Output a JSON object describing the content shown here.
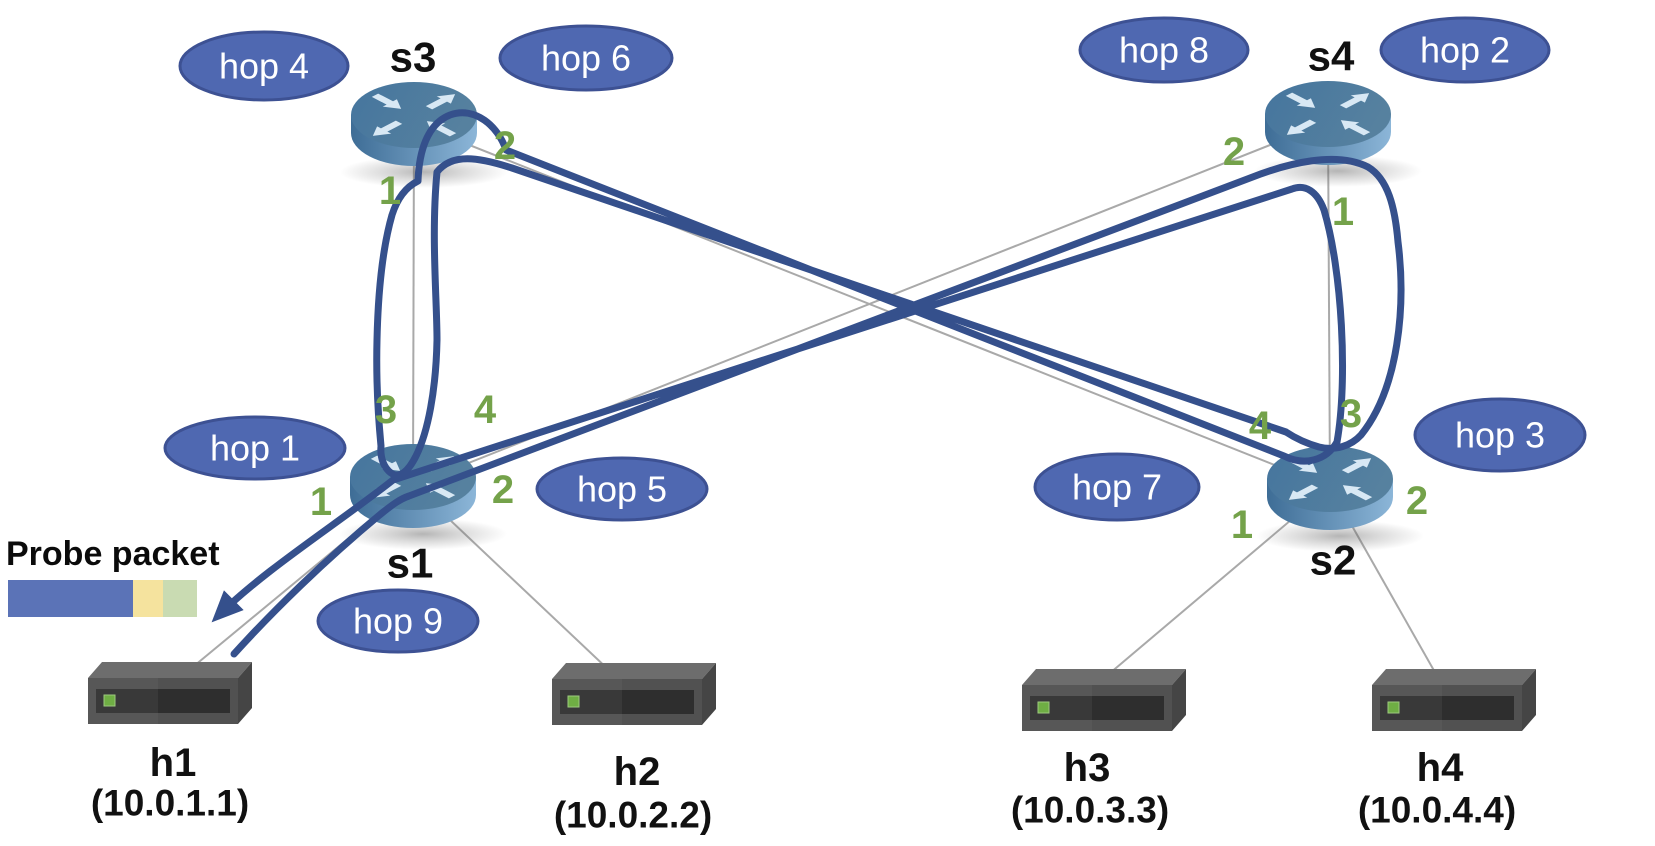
{
  "probe": {
    "label": "Probe packet",
    "segment_colors": [
      "#5B73B7",
      "#F5E39E",
      "#C9DBB2"
    ]
  },
  "switches": [
    {
      "label": "s1",
      "ports": [
        "3",
        "4",
        "1",
        "2"
      ]
    },
    {
      "label": "s2",
      "ports": [
        "4",
        "3",
        "1",
        "2"
      ]
    },
    {
      "label": "s3",
      "ports": [
        "2",
        "1"
      ]
    },
    {
      "label": "s4",
      "ports": [
        "2",
        "1"
      ]
    }
  ],
  "hosts": [
    {
      "label": "h1",
      "ip": "(10.0.1.1)"
    },
    {
      "label": "h2",
      "ip": "(10.0.2.2)"
    },
    {
      "label": "h3",
      "ip": "(10.0.3.3)"
    },
    {
      "label": "h4",
      "ip": "(10.0.4.4)"
    }
  ],
  "hops": [
    {
      "label": "hop 1"
    },
    {
      "label": "hop 2"
    },
    {
      "label": "hop 3"
    },
    {
      "label": "hop 4"
    },
    {
      "label": "hop 5"
    },
    {
      "label": "hop 6"
    },
    {
      "label": "hop 7"
    },
    {
      "label": "hop 8"
    },
    {
      "label": "hop 9"
    }
  ],
  "colors": {
    "hop_fill": "#4F68B1",
    "hop_border": "#3D5193",
    "probe_path": "#35508C",
    "link_gray": "#A9A9A9",
    "port_green": "#74A24A"
  }
}
